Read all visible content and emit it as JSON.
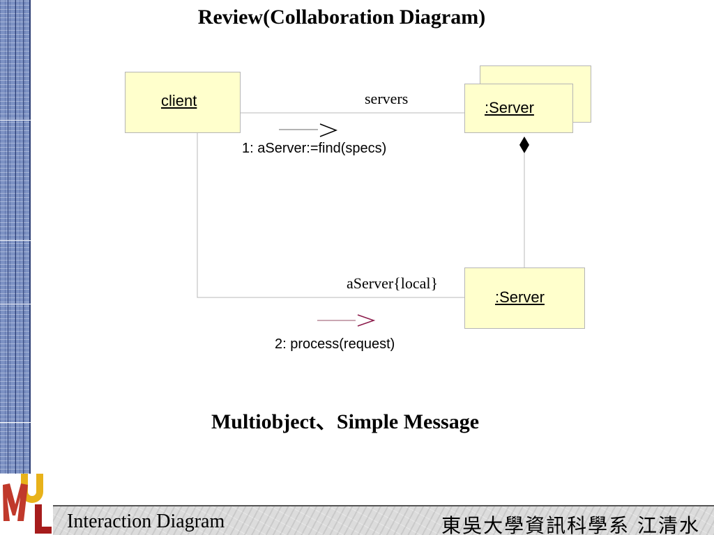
{
  "title": "Review(Collaboration Diagram)",
  "objects": {
    "client": ":client",
    "client_label": "client",
    "server_multi": ":Server",
    "server_single": ":Server"
  },
  "links": {
    "servers_role": "servers",
    "local_role": "aServer{local}"
  },
  "messages": {
    "msg1": "1: aServer:=find(specs)",
    "msg2": "2: process(request)"
  },
  "subtitle": "Multiobject、Simple Message",
  "footer": {
    "left": "Interaction Diagram",
    "right": "東吳大學資訊科學系 江清水"
  },
  "logo": {
    "text": "UML",
    "colors": [
      "#c0392b",
      "#e8b21a",
      "#a61c1c"
    ]
  },
  "colors": {
    "object_fill": "#ffffcc",
    "arrow2": "#8b1a4a",
    "strip": "#7d92c4"
  }
}
